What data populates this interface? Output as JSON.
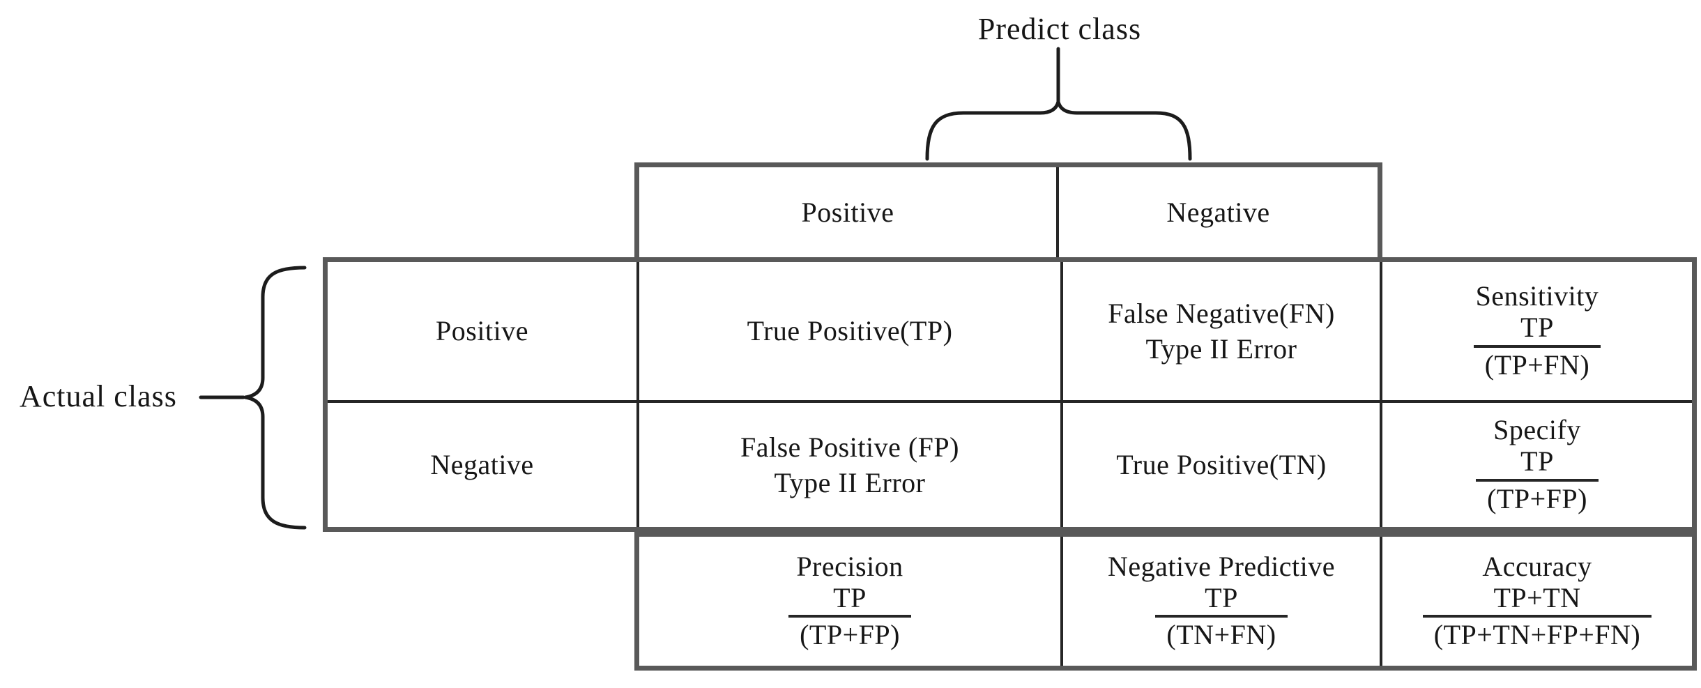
{
  "labels": {
    "predict_class": "Predict class",
    "actual_class": "Actual class"
  },
  "header": {
    "predicted": [
      "Positive",
      "Negative"
    ]
  },
  "cells": {
    "r1c1": {
      "lines": [
        "Positive"
      ]
    },
    "r1c2": {
      "lines": [
        "True Positive(TP)"
      ]
    },
    "r1c3": {
      "lines": [
        "False Negative(FN)",
        "Type II Error"
      ]
    },
    "r1c4": {
      "title": "Sensitivity",
      "num": "TP",
      "den": "(TP+FN)"
    },
    "r2c1": {
      "lines": [
        "Negative"
      ]
    },
    "r2c2": {
      "lines": [
        "False Positive (FP)",
        "Type II Error"
      ]
    },
    "r2c3": {
      "lines": [
        "True Positive(TN)"
      ]
    },
    "r2c4": {
      "title": "Specify",
      "num": "TP",
      "den": "(TP+FP)"
    },
    "r3c2": {
      "title": "Precision",
      "num": "TP",
      "den": "(TP+FP)"
    },
    "r3c3": {
      "title": "Negative Predictive",
      "num": "TP",
      "den": "(TN+FN)"
    },
    "r3c4": {
      "title": "Accuracy",
      "num": "TP+TN",
      "den": "(TP+TN+FP+FN)"
    }
  },
  "colors": {
    "text": "#161616",
    "border_outer": "#595959",
    "border_inner": "#262626",
    "background": "#ffffff"
  }
}
